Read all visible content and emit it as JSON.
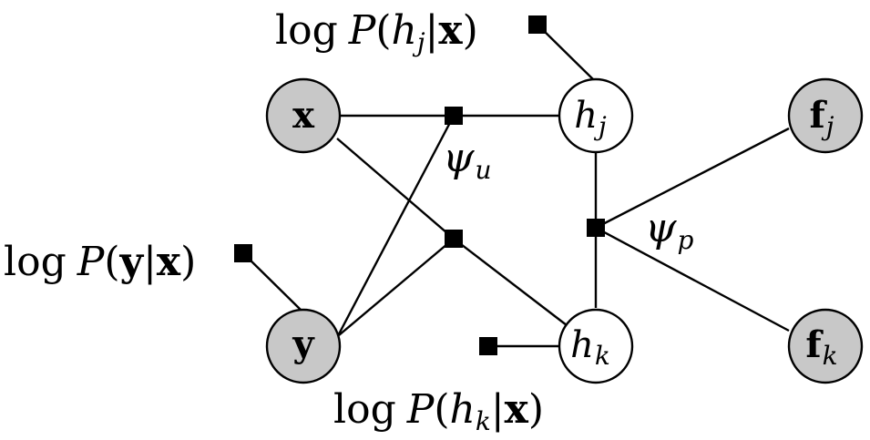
{
  "nodes": {
    "x": {
      "main": "x",
      "sub": "",
      "shaded": true,
      "fill": "#c8c8c8"
    },
    "y": {
      "main": "y",
      "sub": "",
      "shaded": true,
      "fill": "#c8c8c8"
    },
    "hj": {
      "main": "h",
      "sub": "j",
      "shaded": false,
      "fill": "#ffffff"
    },
    "hk": {
      "main": "h",
      "sub": "k",
      "shaded": false,
      "fill": "#ffffff"
    },
    "fj": {
      "main": "f",
      "sub": "j",
      "shaded": true,
      "fill": "#c8c8c8"
    },
    "fk": {
      "main": "f",
      "sub": "k",
      "shaded": true,
      "fill": "#c8c8c8"
    }
  },
  "factors": {
    "psi_u": {
      "sym": "ψ",
      "sub": "u"
    },
    "psi_p": {
      "sym": "ψ",
      "sub": "p"
    }
  },
  "labels": {
    "log_p_hj": {
      "pre": "log",
      "P": "P",
      "open": "(",
      "h": "h",
      "hsub": "j",
      "bar": "|",
      "x": "x",
      "close": ")"
    },
    "log_p_hk": {
      "pre": "log",
      "P": "P",
      "open": "(",
      "h": "h",
      "hsub": "k",
      "bar": "|",
      "x": "x",
      "close": ")"
    },
    "log_p_y": {
      "pre": "log",
      "P": "P",
      "open": "(",
      "y": "y",
      "bar": "|",
      "x": "x",
      "close": ")"
    }
  }
}
